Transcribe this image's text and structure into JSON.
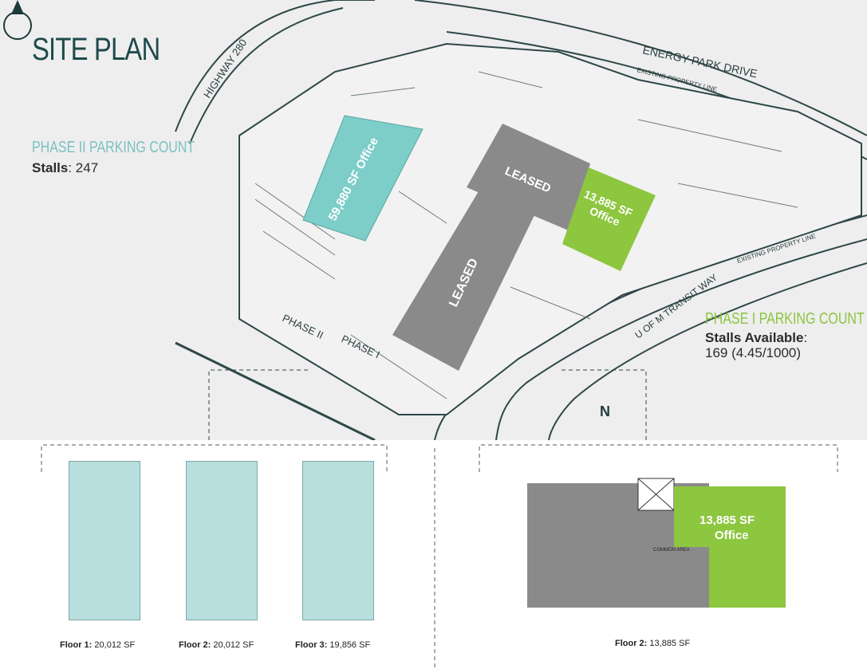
{
  "site_plan": {
    "title": "SITE PLAN",
    "roads": {
      "highway": "HIGHWAY 280",
      "drive": "ENERGY PARK DRIVE",
      "property_line_top": "EXISTING PROPERTY LINE",
      "property_line_right": "EXISTING PROPERTY LINE",
      "transit": "U OF M TRANSIT WAY"
    },
    "phase_labels": {
      "phase2": "PHASE II",
      "phase1": "PHASE I"
    },
    "buildings": {
      "phase2_office": "59,880 SF Office",
      "leased_north": "LEASED",
      "leased_south": "LEASED",
      "office_green_line1": "13,885 SF",
      "office_green_line2": "Office"
    },
    "north_label": "N",
    "colors": {
      "teal": "#7dcdc9",
      "green": "#8dc63f",
      "gray": "#8a8a8a",
      "ink": "#1f4a4c"
    }
  },
  "phase2_parking": {
    "heading": "PHASE II PARKING COUNT",
    "stalls_label": "Stalls",
    "stalls_value": ": 247"
  },
  "phase1_parking": {
    "heading": "PHASE I PARKING COUNT",
    "stalls_label": "Stalls Available",
    "colon": ":",
    "stalls_value": "169 (4.45/1000)"
  },
  "floor_plans": [
    {
      "label": "Floor 1:",
      "area": "20,012 SF"
    },
    {
      "label": "Floor 2:",
      "area": "20,012 SF"
    },
    {
      "label": "Floor 3:",
      "area": "19,856 SF"
    }
  ],
  "phase1_floor": {
    "label": "Floor 2:",
    "area": "13,885 SF",
    "office_line1": "13,885 SF",
    "office_line2": "Office",
    "common_area": "COMMON AREA"
  }
}
